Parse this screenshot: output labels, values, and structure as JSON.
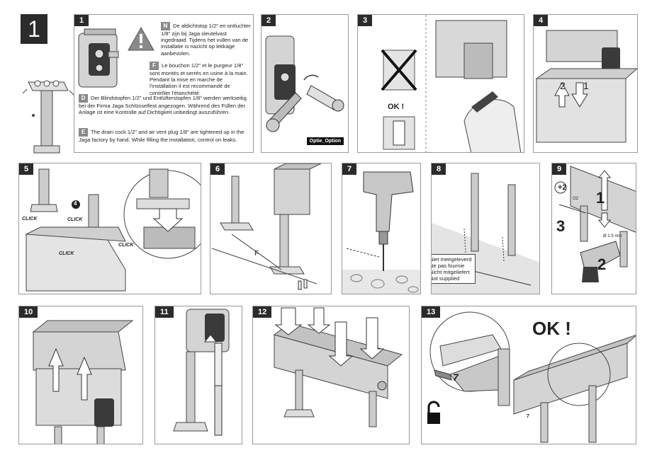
{
  "page_number": "1",
  "steps": [
    "1",
    "2",
    "3",
    "4",
    "5",
    "6",
    "7",
    "8",
    "9",
    "10",
    "11",
    "12",
    "13"
  ],
  "step1": {
    "nl": "De afdichtstop 1/2\" en ontluchter 1/8\" zijn bij Jaga sleutelvast ingedraaid. Tijdens het vullen van de installatie is nazicht op lekkage aanbevolen.",
    "fr": "Le bouchon 1/2\" et le purgeur 1/8\" sont montés et serrés en usine à la main. Pendant la mise en marche de l'installation il est recommandé de contrôler l'étanchéité.",
    "de": "Der Blindstopfen 1/2\" und Entlüfterstopfen 1/8\" werden werkseitig bei der Firma Jaga Schlüsselfest angezogen. Während des Füllen der Anlage ist eine Kontrolle auf Dichtigkeit unbedingt auszuführen.",
    "en": "The drain cock 1/2\" and air vent plug 1/8\" are tightened up in the Jaga factory by hand. While filling the installation, control on leaks.",
    "codes": {
      "nl": "N",
      "fr": "F",
      "de": "D",
      "en": "E"
    }
  },
  "step2": {
    "tag": "Optie_Option"
  },
  "step3": {
    "ok": "OK !"
  },
  "step4": {
    "arrow1": "1",
    "arrow2": "2"
  },
  "step5": {
    "click": "CLICK",
    "circle": "4"
  },
  "step6": {
    "dim": "F"
  },
  "step8": {
    "not_supplied": [
      "Niet meegeleverd",
      "Ne pas fournie",
      "Nicht mitgeliefert",
      "Not supplied"
    ]
  },
  "step9": {
    "n1": "1",
    "n2": "2",
    "n3": "3",
    "plus2": "+2",
    "o2": "O2",
    "drill": "Ø 2.5 mm"
  },
  "step13": {
    "ok": "OK !",
    "tool": "7",
    "small": "7"
  }
}
